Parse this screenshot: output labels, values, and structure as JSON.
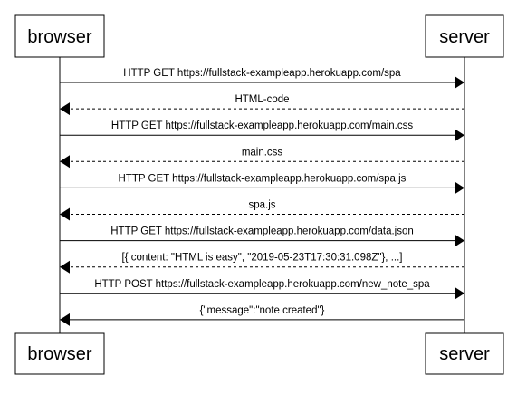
{
  "participants": {
    "left": "browser",
    "right": "server"
  },
  "messages": [
    {
      "label": "HTTP GET https://fullstack-exampleapp.herokuapp.com/spa",
      "direction": "right",
      "style": "solid"
    },
    {
      "label": "HTML-code",
      "direction": "left",
      "style": "dashed"
    },
    {
      "label": "HTTP GET https://fullstack-exampleapp.herokuapp.com/main.css",
      "direction": "right",
      "style": "solid"
    },
    {
      "label": "main.css",
      "direction": "left",
      "style": "dashed"
    },
    {
      "label": "HTTP GET https://fullstack-exampleapp.herokuapp.com/spa.js",
      "direction": "right",
      "style": "solid"
    },
    {
      "label": "spa.js",
      "direction": "left",
      "style": "dashed"
    },
    {
      "label": "HTTP GET https://fullstack-exampleapp.herokuapp.com/data.json",
      "direction": "right",
      "style": "solid"
    },
    {
      "label": "[{ content: \"HTML is easy\", \"2019-05-23T17:30:31.098Z\"}, ...]",
      "direction": "left",
      "style": "dashed"
    },
    {
      "label": "HTTP POST https://fullstack-exampleapp.herokuapp.com/new_note_spa",
      "direction": "right",
      "style": "solid"
    },
    {
      "label": "{\"message\":\"note created\"}",
      "direction": "left",
      "style": "solid"
    }
  ],
  "colors": {
    "line": "#000000",
    "box_fill": "#ffffff",
    "text": "#000000"
  }
}
